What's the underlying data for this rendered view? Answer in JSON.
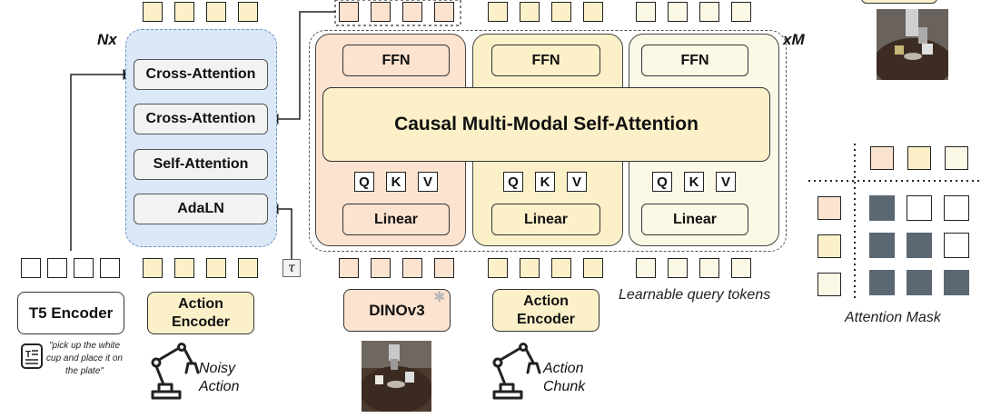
{
  "decoder": {
    "repeat_label": "Nx",
    "layers": [
      "Cross-Attention",
      "Cross-Attention",
      "Self-Attention",
      "AdaLN"
    ]
  },
  "transformer": {
    "repeat_label": "xM",
    "ffn_label": "FFN",
    "self_attention_label": "Causal Multi-Modal Self-Attention",
    "linear_label": "Linear",
    "qkv": [
      "Q",
      "K",
      "V"
    ]
  },
  "inputs": {
    "tau": "τ",
    "t5_encoder": "T5 Encoder",
    "instruction": "\"pick up the white cup  and place it on the plate\"",
    "action_encoder_1": "Action Encoder",
    "noisy_action": "Noisy Action",
    "dinov3": "DINOv3",
    "action_encoder_2": "Action Encoder",
    "action_chunk": "Action Chunk",
    "learnable_tokens": "Learnable query tokens"
  },
  "attention_mask": {
    "label": "Attention Mask",
    "grid": [
      [
        1,
        0,
        0
      ],
      [
        1,
        1,
        0
      ],
      [
        1,
        1,
        1
      ]
    ]
  },
  "colors": {
    "orange": "#fbe3d0",
    "yellow": "#fbf0c8",
    "cream": "#fcf8e6",
    "blue": "#dbe8f8",
    "slate": "#5b6873",
    "gray_box": "#f2f2f2"
  }
}
